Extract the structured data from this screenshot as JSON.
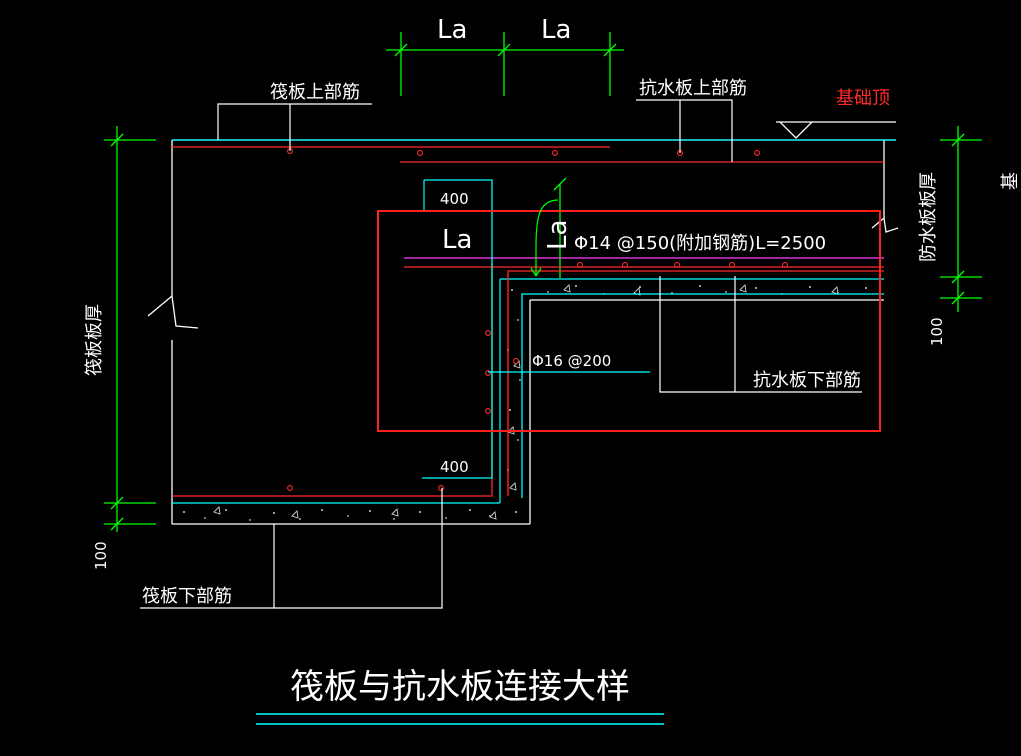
{
  "labels": {
    "raft_top_rebar": "筏板上部筋",
    "waterproof_top_rebar": "抗水板上部筋",
    "foundation_top": "基础顶",
    "dim_la_1": "La",
    "dim_la_2": "La",
    "dim_400_top": "400",
    "anchor_la_horizontal": "La",
    "anchor_la_vertical": "La",
    "additional_rebar": "Φ14 @150(附加钢筋)L=2500",
    "stirrup_rebar": "Φ16 @200",
    "waterproof_bottom_rebar": "抗水板下部筋",
    "dim_400_bottom": "400",
    "raft_thickness": "筏板板厚",
    "waterproof_thickness": "防水板板厚",
    "dim_100_right": "100",
    "dim_100_left": "100",
    "raft_bottom_rebar": "筏板下部筋",
    "edge_text": "基"
  },
  "title": "筏板与抗水板连接大样",
  "colors": {
    "background": "#000000",
    "dimension": "#00ff00",
    "rebar_cyan": "#00ffff",
    "rebar_red": "#ff2a2a",
    "highlight_box": "#ff2020",
    "magenta": "#ff40ff",
    "leader": "#ffffff",
    "foundation_top_label": "#ff2a2a"
  }
}
